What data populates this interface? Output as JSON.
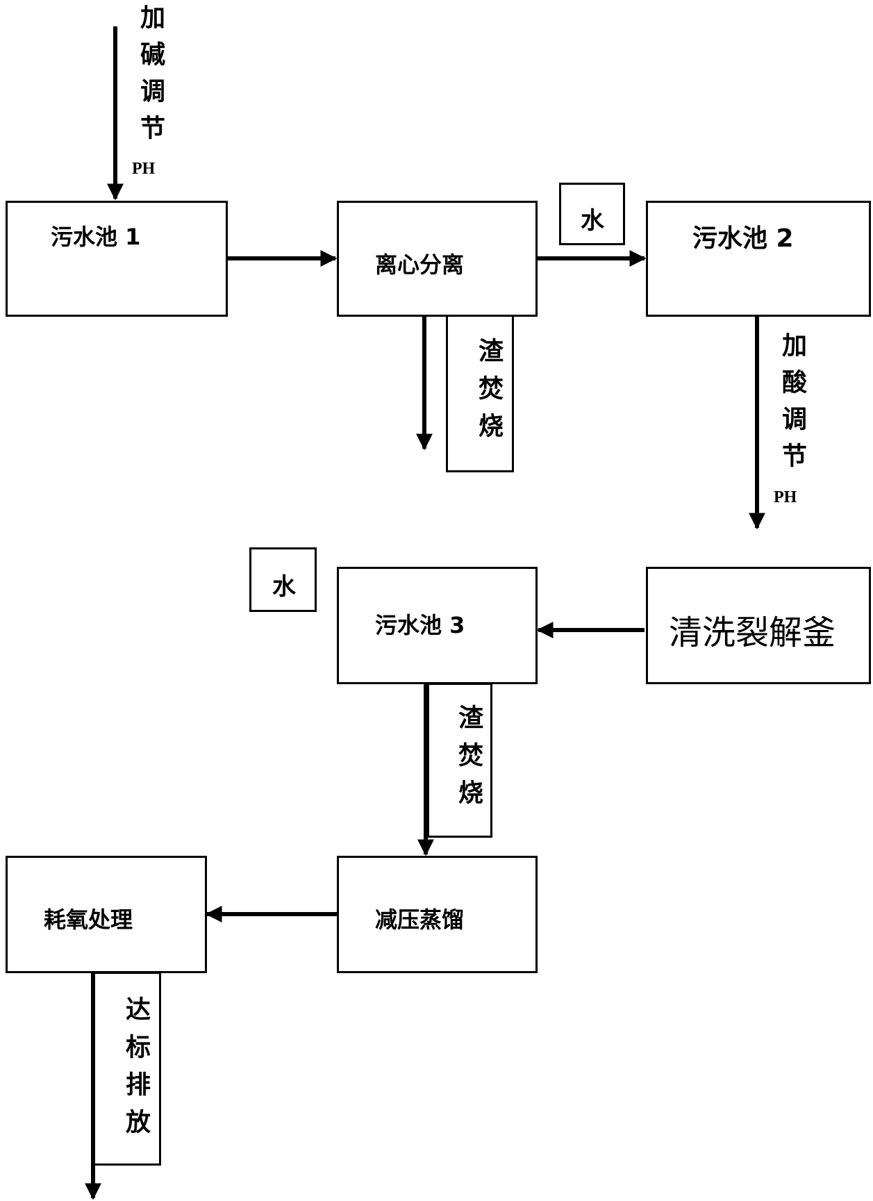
{
  "nodes": {
    "pool1": "污水池 1",
    "centrifuge": "离心分离",
    "pool2": "污水池 2",
    "cleaning_kettle": "清洗裂解釜",
    "pool3": "污水池 3",
    "vacuum_distill": "减压蒸馏",
    "aerobic": "耗氧处理"
  },
  "labels": {
    "add_alkali": "加碱调节",
    "add_alkali_ph": "PH",
    "add_acid": "加酸调节",
    "add_acid_ph": "PH",
    "water_top": "水",
    "water_mid": "水",
    "residue_burn_1": "渣焚烧",
    "residue_burn_2": "渣焚烧",
    "discharge": "达标排放"
  }
}
